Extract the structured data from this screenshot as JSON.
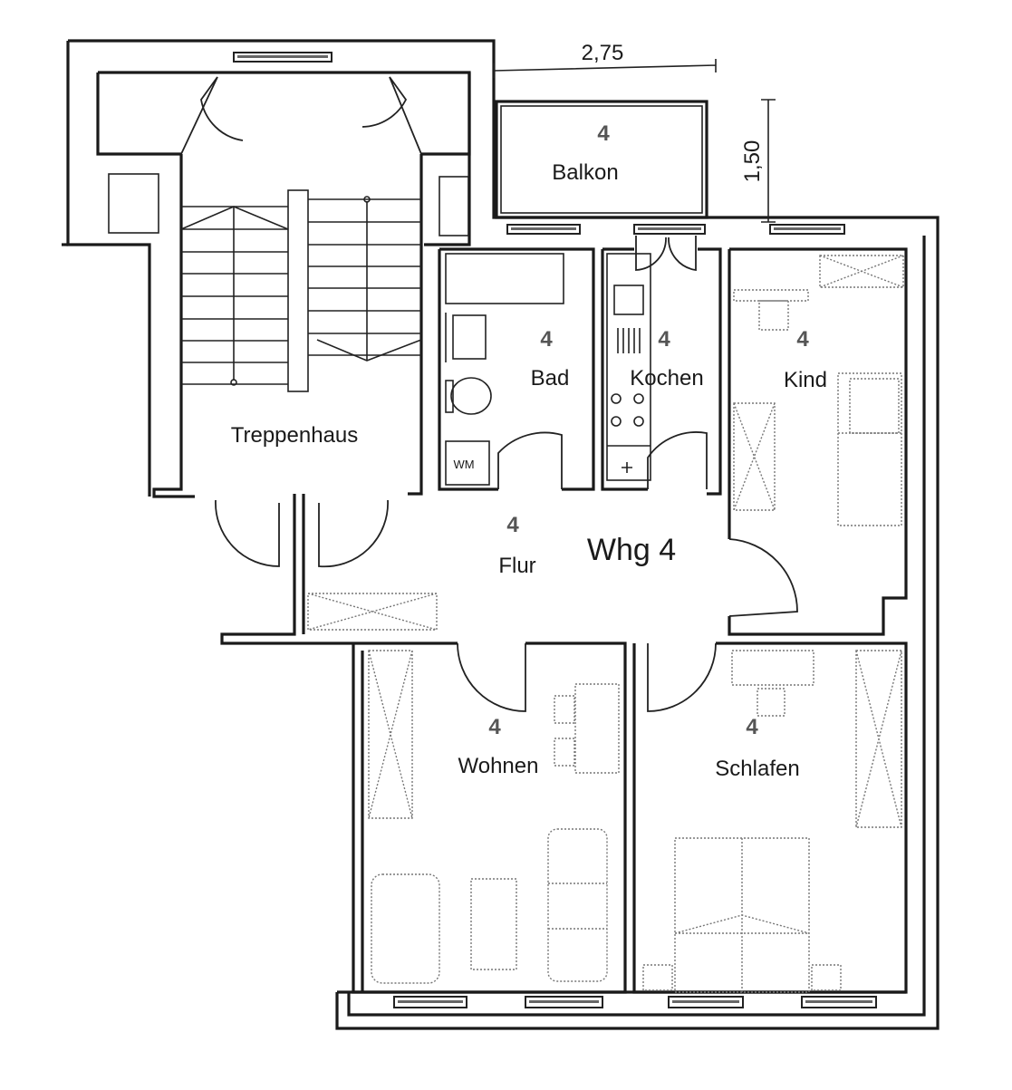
{
  "plan": {
    "title": "Whg 4",
    "rooms": [
      {
        "id": "treppenhaus",
        "label": "Treppenhaus",
        "number": ""
      },
      {
        "id": "balkon",
        "label": "Balkon",
        "number": "4"
      },
      {
        "id": "bad",
        "label": "Bad",
        "number": "4"
      },
      {
        "id": "kochen",
        "label": "Kochen",
        "number": "4"
      },
      {
        "id": "kind",
        "label": "Kind",
        "number": "4"
      },
      {
        "id": "flur",
        "label": "Flur",
        "number": "4"
      },
      {
        "id": "wohnen",
        "label": "Wohnen",
        "number": "4"
      },
      {
        "id": "schlafen",
        "label": "Schlafen",
        "number": "4"
      }
    ],
    "dimensions": {
      "balcony_width": "2,75",
      "balcony_depth": "1,50"
    },
    "appliance_label": "WM"
  }
}
